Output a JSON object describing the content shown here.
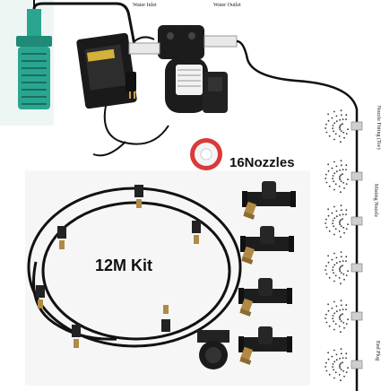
{
  "labels": {
    "water_inlet": "Water Inlet",
    "water_outlet": "Water Outlet",
    "nozzles": "16Nozzles",
    "kit": "12M Kit",
    "nozzle_fitting": "Nozzle Fitting (Tee)",
    "misting_nozzle": "Misting Nozzle",
    "end_plug": "End Plug"
  },
  "colors": {
    "hose": "#111111",
    "pump_body": "#1c1c1c",
    "brass": "#b08a45",
    "filter_teal": "#2aa58f",
    "tape_red": "#d93a3a",
    "panel_bg": "#f6f6f6"
  },
  "icons": [
    "water-filter-icon",
    "power-adapter-icon",
    "pump-icon",
    "teflon-tape-icon",
    "tee-fitting-icon",
    "misting-nozzle-icon",
    "mist-spray-icon"
  ]
}
